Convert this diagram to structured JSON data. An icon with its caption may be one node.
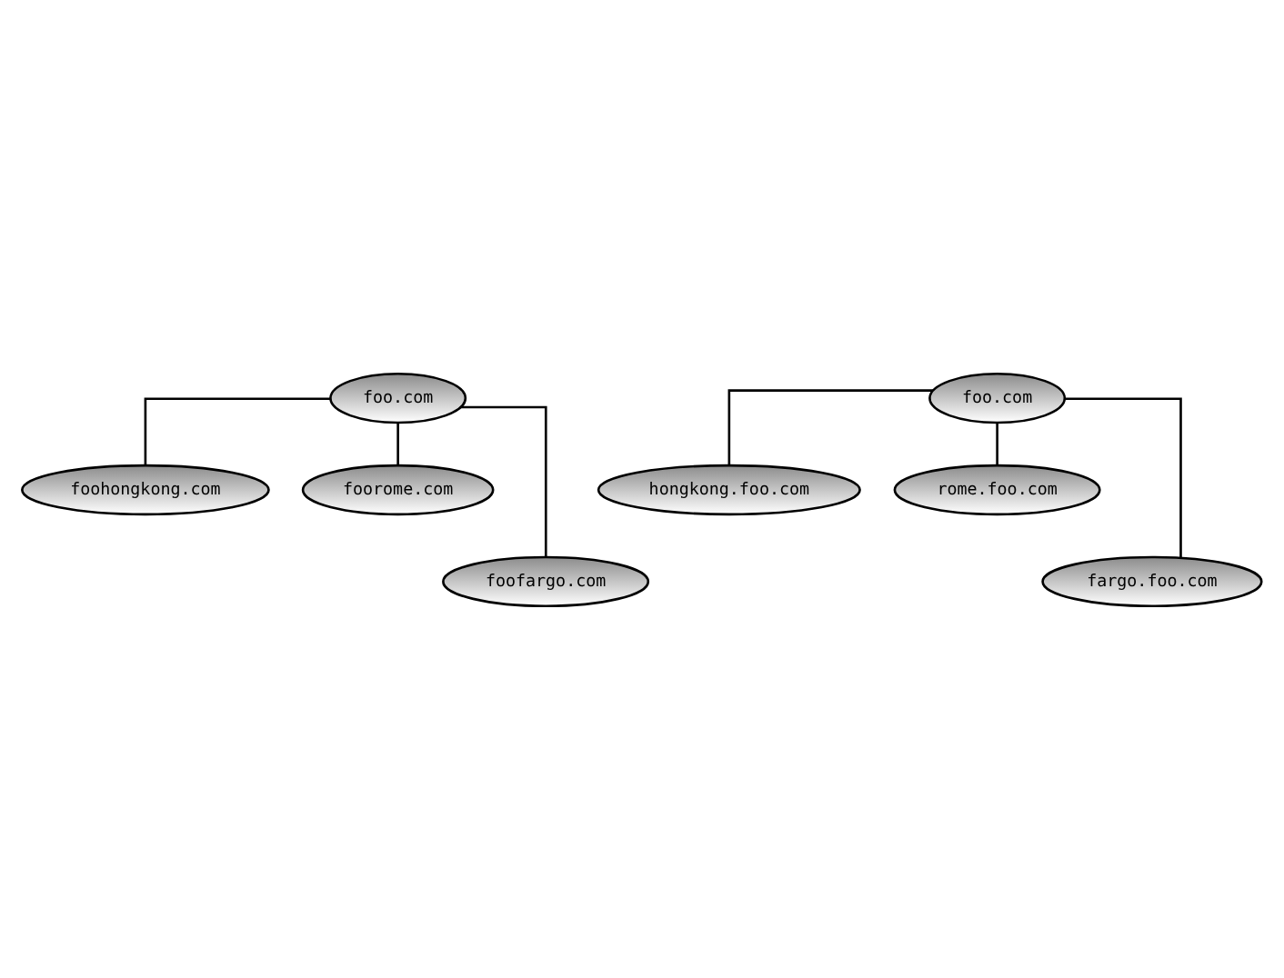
{
  "diagram": {
    "nodes": [
      {
        "text": [
          "foo.com"
        ]
      },
      {
        "text": [
          "foohongkong.com"
        ]
      },
      {
        "text": [
          "foorome.com"
        ]
      },
      {
        "text": [
          "foofargo.com"
        ]
      },
      {
        "text": [
          "foo.com"
        ]
      },
      {
        "text": [
          "hongkong.foo.com"
        ]
      },
      {
        "text": [
          "rome.foo.com"
        ]
      },
      {
        "text": [
          "fargo.foo.com"
        ]
      }
    ],
    "edges": [
      {
        "from": 0,
        "to": 1,
        "arrow": "none"
      },
      {
        "from": 0,
        "to": 2,
        "arrow": "none"
      },
      {
        "from": 0,
        "to": 3,
        "arrow": "none"
      },
      {
        "from": 4,
        "to": 5,
        "arrow": "none"
      },
      {
        "from": 4,
        "to": 6,
        "arrow": "none"
      },
      {
        "from": 4,
        "to": 7,
        "arrow": "none"
      }
    ]
  }
}
